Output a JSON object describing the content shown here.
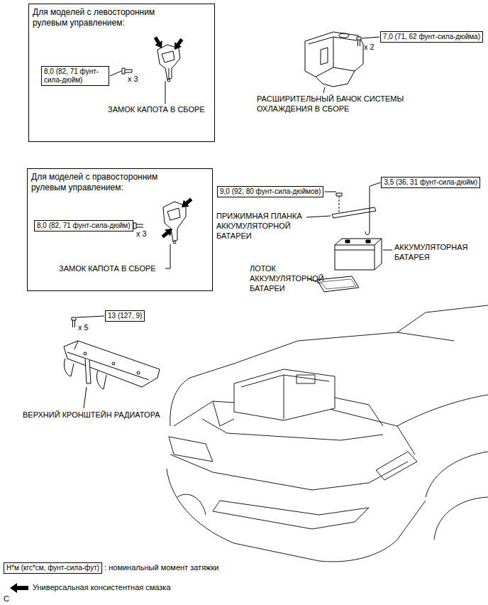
{
  "diagram": {
    "nodes": [
      {
        "text": [
          "Для моделей с левосторонним рулевым управлением:"
        ]
      },
      {
        "text": [
          "8,0 (82, 71 фунт-сила-дюйм)"
        ],
        "in": 0
      },
      {
        "text": [
          "7,0 (71, 62 фунт-сила-дюйма)"
        ]
      },
      {
        "text": [
          "Для моделей с правосторонним рулевым управлением:"
        ]
      },
      {
        "text": [
          "8,0 (82, 71 фунт-сила-дюйм)"
        ],
        "in": 3
      },
      {
        "text": [
          "9,0 (92, 80 фунт-сила-дюймов)"
        ]
      },
      {
        "text": [
          "3,5 (36, 31 фунт-сила-дюйм)"
        ]
      },
      {
        "text": [
          "13 (127, 9)"
        ]
      },
      {
        "text": [
          "Н*м (кгс*см, фунт-сила-фут)"
        ]
      }
    ],
    "labels": [
      "x 3",
      "ЗАМОК КАПОТА В СБОРЕ",
      "x 2",
      "РАСШИРИТЕЛЬНЫЙ БАЧОК СИСТЕМЫ ОХЛАЖДЕНИЯ В СБОРЕ",
      "x 3",
      "ЗАМОК КАПОТА В СБОРЕ",
      "ПРИЖИМНАЯ ПЛАНКА АККУМУЛЯТОРНОЙ БАТАРЕИ",
      "АККУМУЛЯТОРНАЯ БАТАРЕЯ",
      "ЛОТОК АККУМУЛЯТОРНОЙ БАТАРЕИ",
      "x 5",
      "ВЕРХНИЙ КРОНШТЕЙН РАДИАТОРА",
      ": номинальный момент затяжки",
      "C"
    ],
    "legend": [
      {
        "text": "Универсальная консистентная смазка"
      }
    ]
  }
}
